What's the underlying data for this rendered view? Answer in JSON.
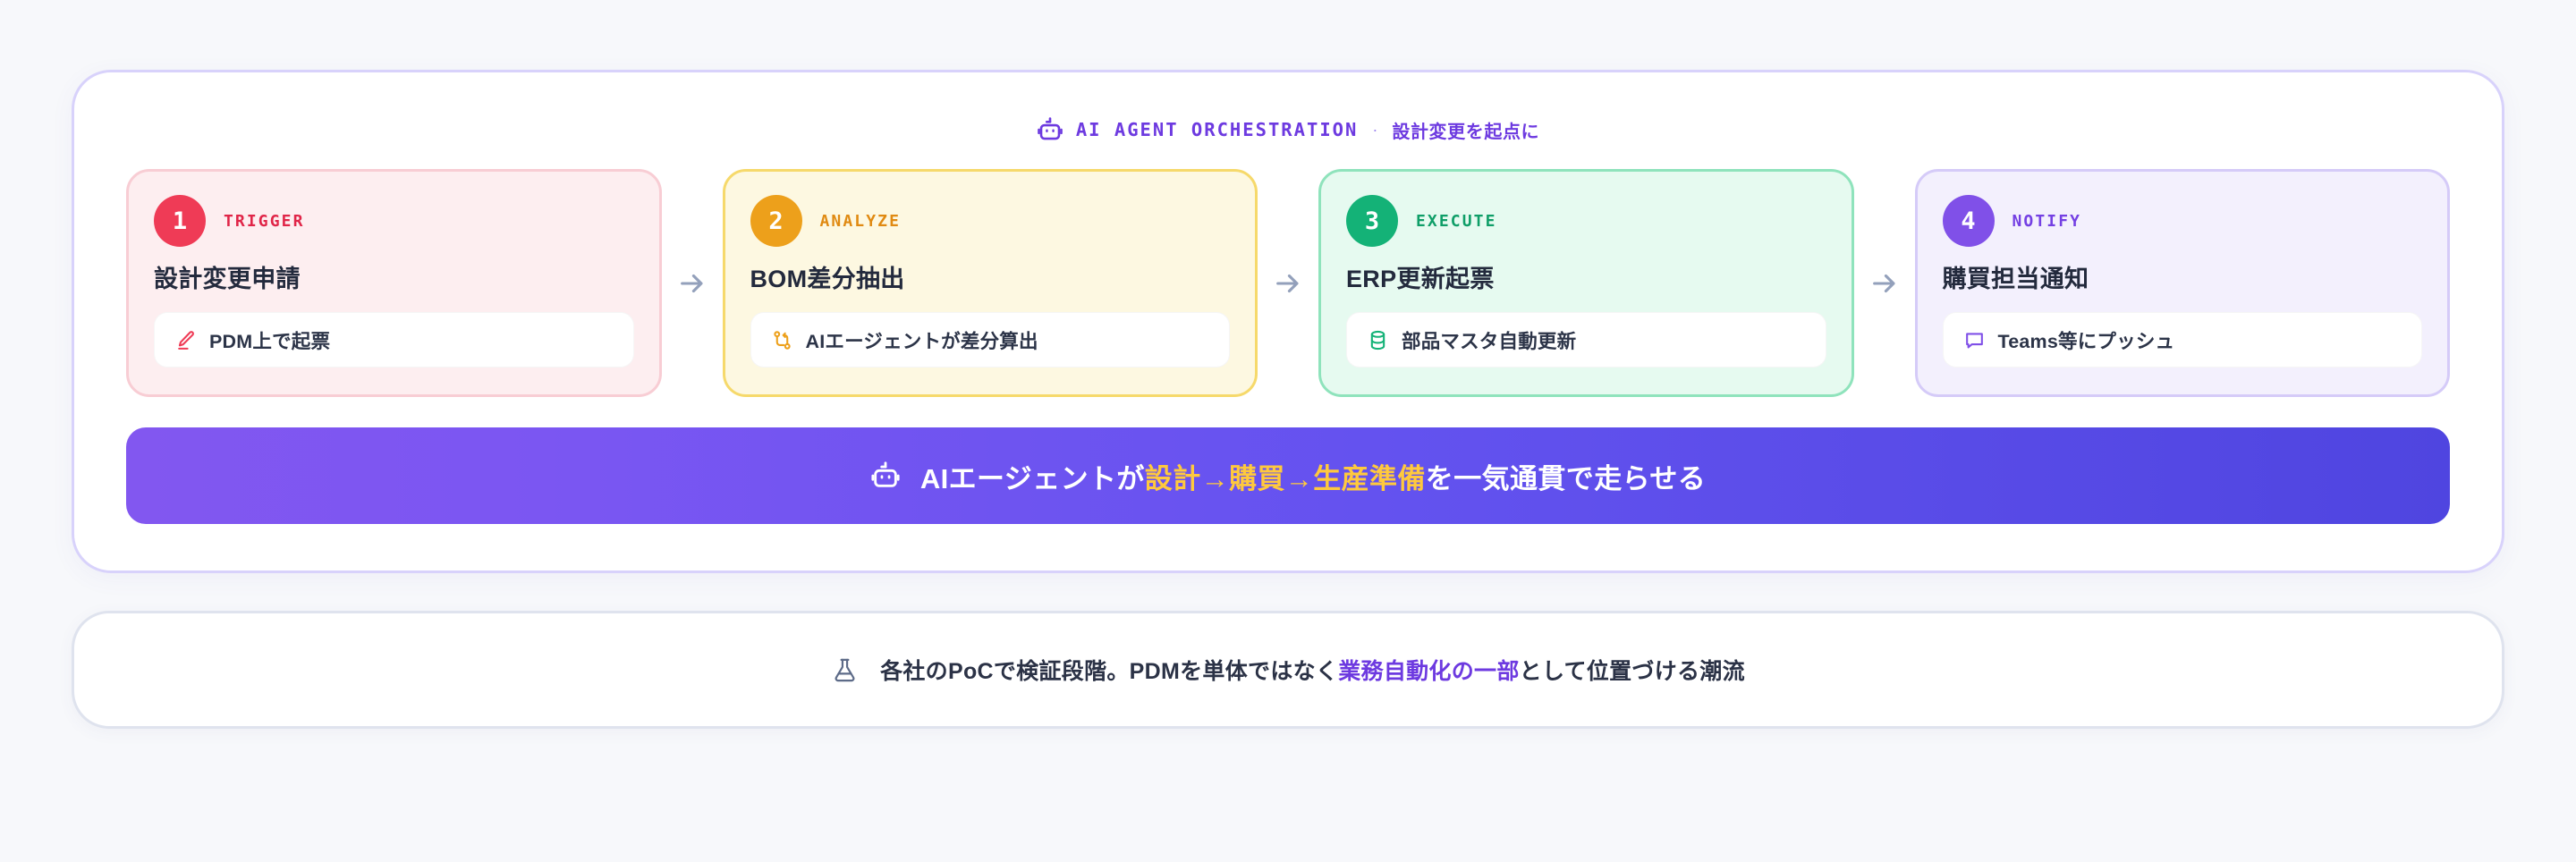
{
  "panel": {
    "eyebrow": {
      "icon": "robot-icon",
      "title": "AI AGENT ORCHESTRATION",
      "separator": "·",
      "subtitle": "設計変更を起点に",
      "color": "#6d3ae0"
    },
    "steps": [
      {
        "number": "1",
        "kicker": "TRIGGER",
        "title": "設計変更申請",
        "chip_icon": "pencil-icon",
        "chip_label": "PDM上で起票",
        "accent": "#ef3b56",
        "surface": "#fdeef0",
        "border": "#f8cdd4"
      },
      {
        "number": "2",
        "kicker": "ANALYZE",
        "title": "BOM差分抽出",
        "chip_icon": "git-branch-icon",
        "chip_label": "AIエージェントが差分算出",
        "accent": "#eda01b",
        "surface": "#fdf8e1",
        "border": "#f6d96b"
      },
      {
        "number": "3",
        "kicker": "EXECUTE",
        "title": "ERP更新起票",
        "chip_icon": "database-icon",
        "chip_label": "部品マスタ自動更新",
        "accent": "#14b277",
        "surface": "#e6faf0",
        "border": "#8fe3bc"
      },
      {
        "number": "4",
        "kicker": "NOTIFY",
        "title": "購買担当通知",
        "chip_icon": "message-icon",
        "chip_label": "Teams等にプッシュ",
        "accent": "#8050e8",
        "surface": "#f3f0fd",
        "border": "#d5cbf8"
      }
    ],
    "arrow_icon": "arrow-right-icon",
    "banner": {
      "icon": "robot-icon",
      "prefix": "AIエージェントが",
      "highlight": "設計→購買→生産準備",
      "suffix": "を一気通貫で走らせる",
      "highlight_color": "#ffc93d",
      "gradient_from": "#8257f0",
      "gradient_to": "#4f45e0"
    }
  },
  "footnote": {
    "icon": "flask-icon",
    "prefix": "各社のPoCで検証段階。PDMを単体ではなく",
    "highlight": "業務自動化の一部",
    "suffix": "として位置づける潮流",
    "highlight_color": "#6d3ae0"
  }
}
